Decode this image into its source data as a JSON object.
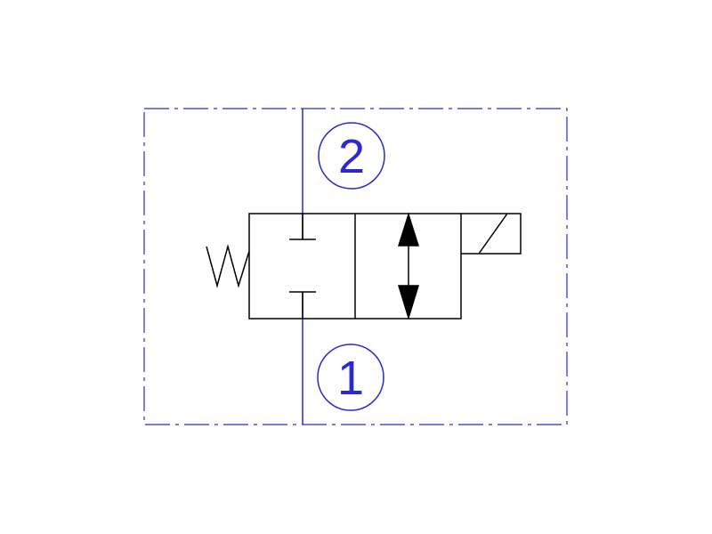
{
  "diagram": {
    "type": "hydraulic-2-way-solenoid-valve-schematic",
    "ports": [
      {
        "id": "port-2",
        "label": "2"
      },
      {
        "id": "port-1",
        "label": "1"
      }
    ],
    "colors": {
      "boundary": "#2a2ad0",
      "symbol": "#000000"
    }
  }
}
